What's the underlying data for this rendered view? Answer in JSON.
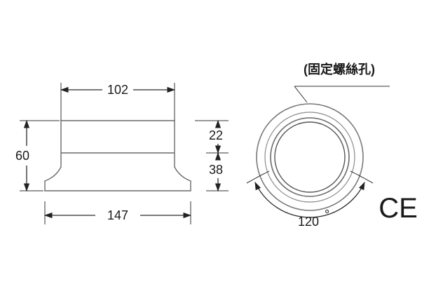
{
  "dimensions": {
    "top_width": "102",
    "base_width": "147",
    "total_height": "60",
    "upper_height": "22",
    "lower_height": "38",
    "hole_angle": "120",
    "degree_symbol": "°"
  },
  "annotation": {
    "mounting_holes": "(固定螺絲孔)"
  },
  "certification": {
    "mark": "CE"
  }
}
